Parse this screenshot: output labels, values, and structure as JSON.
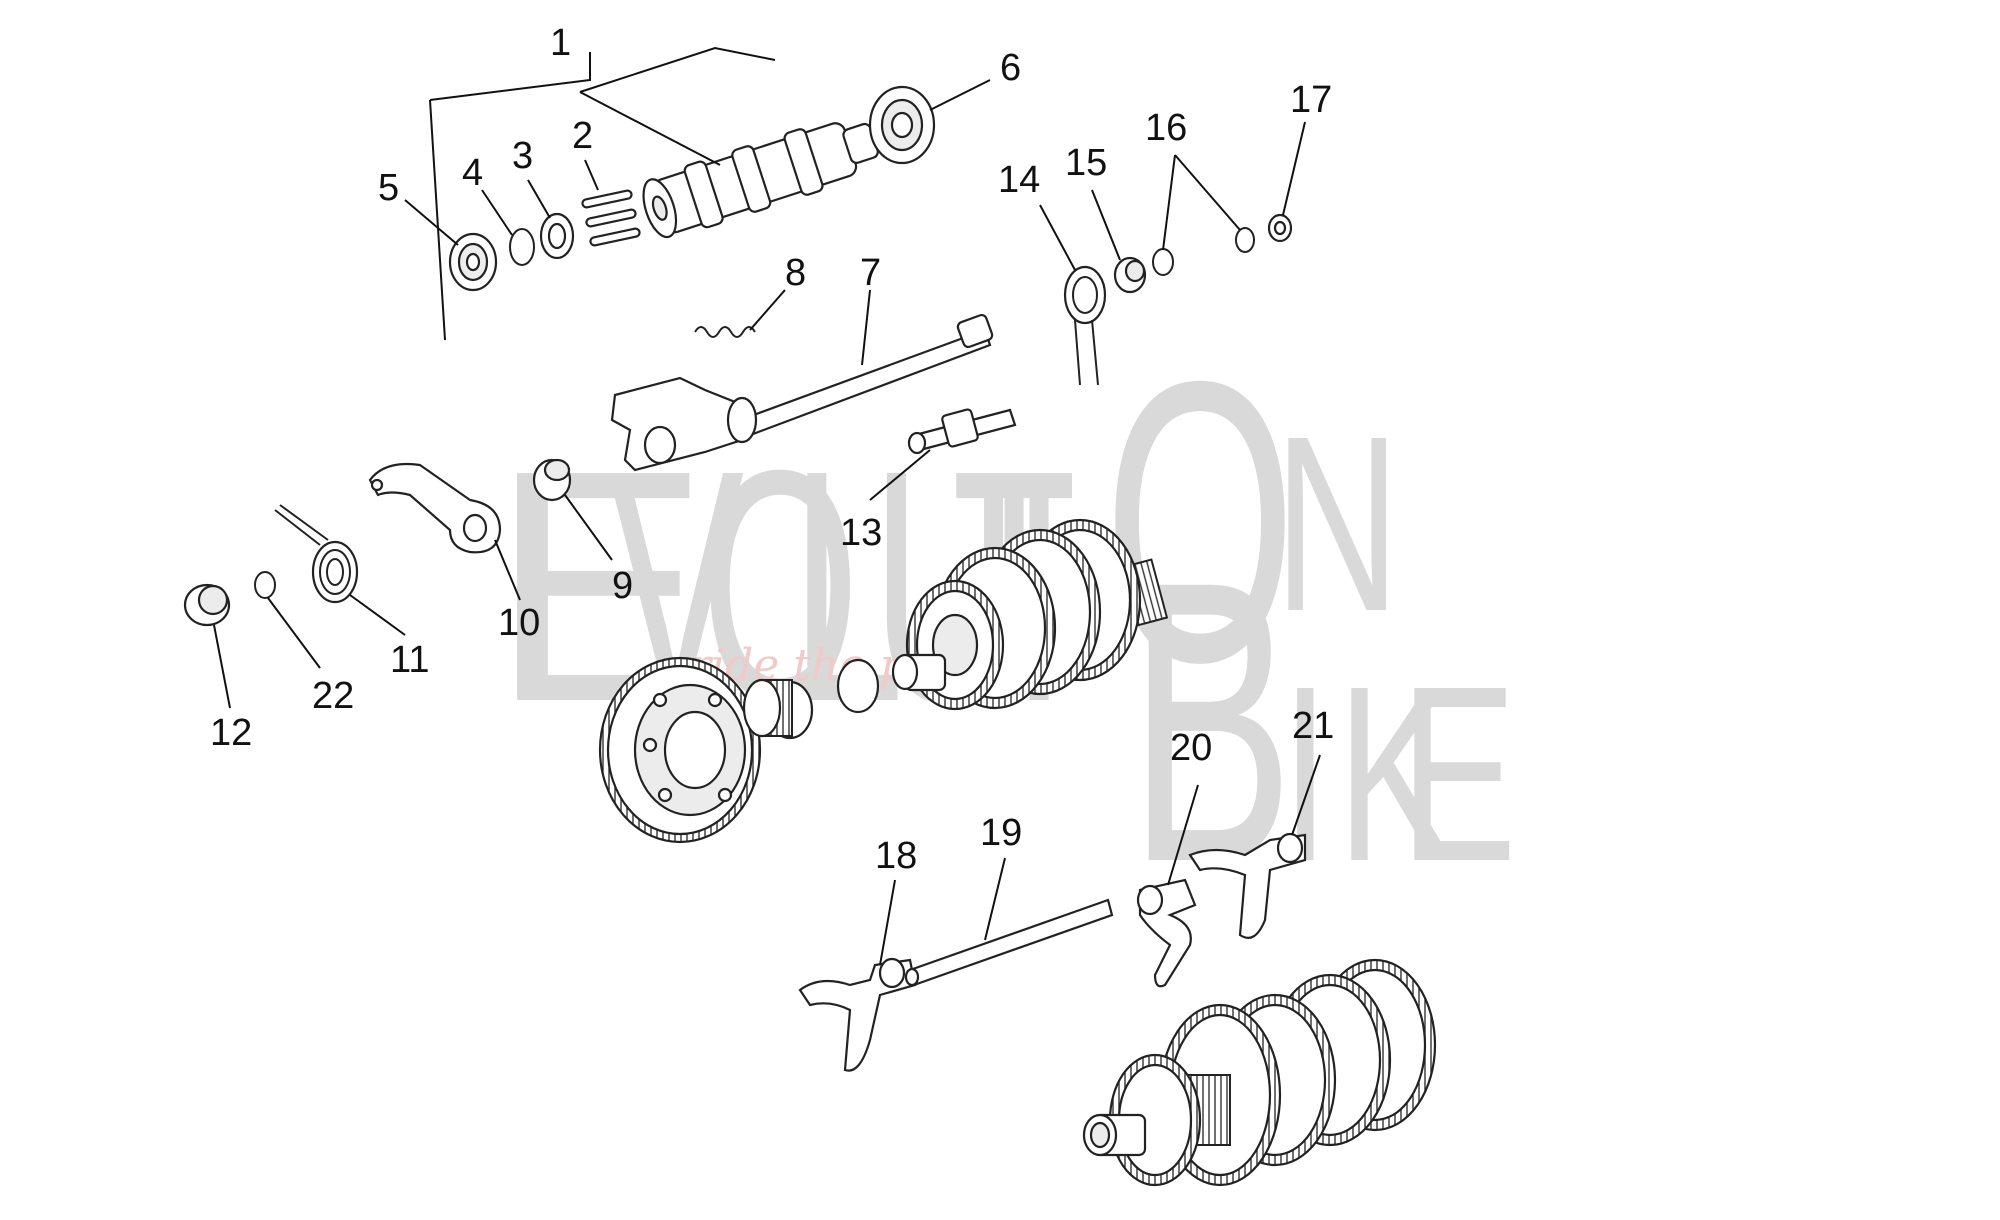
{
  "watermark": {
    "letters_top": [
      "E",
      "V",
      "O",
      "L",
      "U",
      "T",
      "I",
      "O",
      "N"
    ],
    "letters_bottom": [
      "B",
      "I",
      "K",
      "E"
    ],
    "tagline": "ride the power",
    "color": "#d9d9d9",
    "tagline_color": "#f1c9c9"
  },
  "callouts": [
    "1",
    "2",
    "3",
    "4",
    "5",
    "6",
    "7",
    "8",
    "9",
    "10",
    "11",
    "12",
    "13",
    "14",
    "15",
    "16",
    "17",
    "18",
    "19",
    "20",
    "21",
    "22"
  ],
  "colors": {
    "line": "#222222",
    "fill": "#ffffff",
    "shade": "#ececec"
  }
}
